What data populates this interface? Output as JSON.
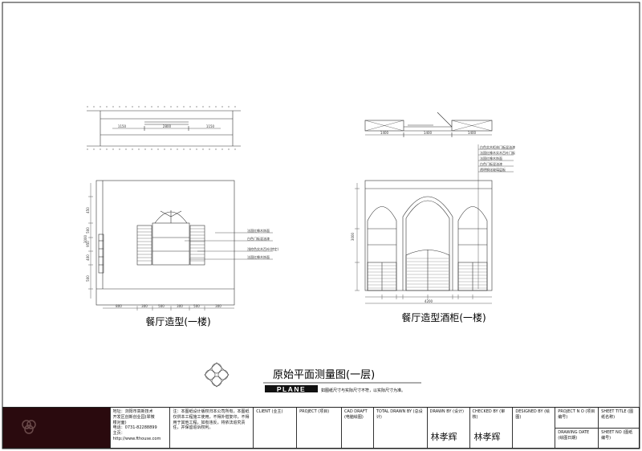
{
  "left_drawing": {
    "title": "餐厅造型(一楼)",
    "plan_dims": [
      "1150",
      "2800",
      "1150"
    ],
    "callouts": [
      "法国红橡木饰面",
      "白色门板混油漆",
      "浅棕色实木百叶(特定)",
      "法国红橡木饰面"
    ],
    "vertical_dims": [
      "450",
      "500",
      "950",
      "400",
      "3000",
      "500"
    ],
    "bottom_dims": [
      "800",
      "300",
      "500",
      "300",
      "500",
      "300"
    ]
  },
  "right_drawing": {
    "title": "餐厅造型酒柜(一楼)",
    "plan_dims": [
      "1400",
      "1400",
      "1400"
    ],
    "callouts": [
      "白色实木柜体门板混油漆",
      "法国红橡木实木百叶门板",
      "法国红橡木饰面",
      "白色门板混油漆",
      "透明钢化玻璃层板"
    ],
    "overall_dim": "4200",
    "vertical_dim": "3000"
  },
  "sheet_title": {
    "cn": "原始平面测量图(一层)",
    "en": "PLANE",
    "note": "如图纸尺寸与实际尺寸不符，以实际尺寸为准。"
  },
  "title_block": {
    "company_info": [
      "地址：浏阳市高新技术",
      "开发区创新创业园(翠微",
      "楼对面)",
      "电话：0731-82288899",
      "主页：http://www.fthouse.com"
    ],
    "disclaimer": "注：本图纸设计版权归本公司所有，本图纸仅供本工程施工使用，不得外借复印，不得用于其他工程，如有违反，将依法追究责任，并保留追诉权利。",
    "client_label": "CLIENT (业主)",
    "project_label": "PROJECT (项目)",
    "cad_label": "CAD DRAFT (电脑绘图)",
    "total_drawn_label": "TOTAL DRAWN BY (总设计)",
    "drawn_label": "DRAWN BY (设计)",
    "checked_label": "CHECKED BY (审核)",
    "designed_label": "DESIGNED BY (绘图)",
    "project_no_label": "PROJECT N O (项目编号)",
    "drawing_date_label": "DRAWING DATE (绘图日期)",
    "sheet_title_label": "SHEET TITLE (图纸名称)",
    "sheet_no_label": "SHEET NO (图纸编号)",
    "signature_1": "林孝辉",
    "signature_2": "林孝辉"
  }
}
